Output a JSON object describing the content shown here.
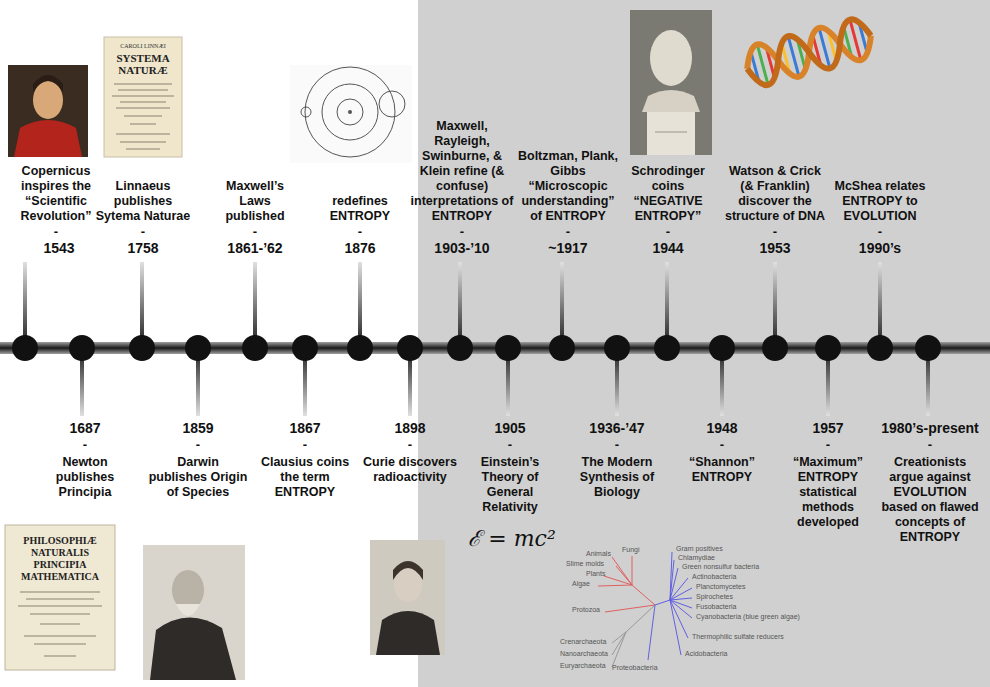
{
  "diagram": {
    "labels": [
      "Copernicus inspires the “Scientific Revolution”",
      "-",
      "1543",
      "Linnaeus publishes Sytema Naturae",
      "-",
      "1758",
      "Maxwell’s Laws published",
      "-",
      "1861-’62",
      "redefines ENTROPY",
      "-",
      "1876",
      "Maxwell, Rayleigh, Swinburne, & Klein refine (& confuse) interpretations of ENTROPY",
      "-",
      "1903-’10",
      "Boltzman, Plank, Gibbs “Microscopic understanding” of ENTROPY",
      "-",
      "~1917",
      "Schrodinger coins “NEGATIVE ENTROPY”",
      "-",
      "1944",
      "Watson & Crick (& Franklin) discover the structure of DNA",
      "-",
      "1953",
      "McShea relates ENTROPY to EVOLUTION",
      "-",
      "1990’s",
      "1687",
      "-",
      "Newton publishes Principia",
      "1859",
      "-",
      "Darwin publishes Origin of Species",
      "1867",
      "-",
      "Clausius coins the term ENTROPY",
      "1898",
      "-",
      "Curie discovers radioactivity",
      "1905",
      "-",
      "Einstein’s Theory of General Relativity",
      "1936-’47",
      "-",
      "The Modern Synthesis of Biology",
      "1948",
      "-",
      "“Shannon” ENTROPY",
      "1957",
      "-",
      "“Maximum” ENTROPY statistical methods developed",
      "1980’s-present",
      "-",
      "Creationists argue against EVOLUTION based on flawed concepts of ENTROPY",
      "CAROLI LINNÆI",
      "SYSTEMA NATURÆ",
      "PHILOSOPHIÆ NATURALIS PRINCIPIA MATHEMATICA",
      "ℰ = mc²",
      "Animals",
      "Fungi",
      "Slime molds",
      "Plants",
      "Algae",
      "Protozoa",
      "Crenarchaeota",
      "Nanoarchaeota",
      "Euryarchaeota",
      "Gram positives",
      "Chlamydiae",
      "Green nonsulfur bacteria",
      "Actinobacteria",
      "Planctomycetes",
      "Spirochetes",
      "Fusobacteria",
      "Cyanobacteria (blue green algae)",
      "Thermophilic sulfate reducers",
      "Acidobacteria",
      "Proteobacteria"
    ]
  }
}
